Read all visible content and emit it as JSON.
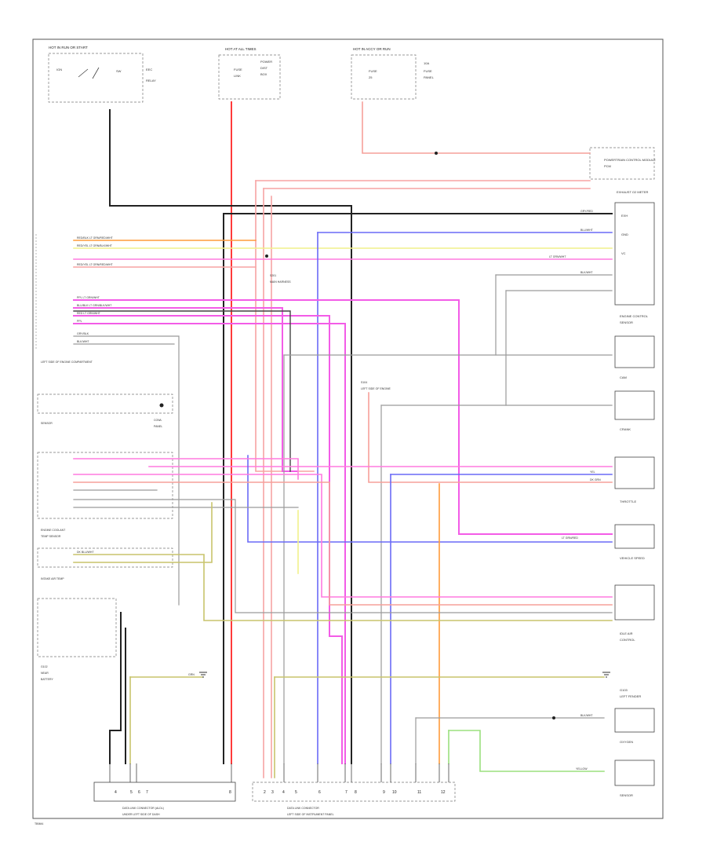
{
  "page_id": "TB9M4",
  "components": {
    "hot_run": {
      "title": "HOT IN RUN OR START",
      "labels": [
        "IGN",
        "SW",
        "EEC",
        "RELAY"
      ]
    },
    "hot_all": {
      "title": "HOT AT ALL TIMES",
      "labels": [
        "FUSE",
        "LINK",
        "POWER",
        "DIST",
        "BOX"
      ]
    },
    "hot_accy": {
      "title": "HOT IN ACCY OR RUN",
      "labels": [
        "FUSE",
        "25",
        "10A",
        "FUSE",
        "PANEL"
      ]
    },
    "pcm": {
      "title": "POWERTRAIN CONTROL MODULE",
      "labels": [
        "PCM"
      ]
    },
    "km_meter": {
      "title": "EXHAUST O2 METER",
      "labels": [
        "EXH",
        "GND",
        "VC"
      ]
    },
    "left_panel": {
      "title": "LEFT SIDE OF ENGINE COMPARTMENT",
      "labels": [
        "COWL",
        "PANEL"
      ]
    },
    "sensor_row": {
      "title": "SENSOR",
      "labels": [
        "ENGINE COOLANT",
        "TEMP SENSOR",
        "INTAKE AIR TEMP"
      ]
    },
    "right_modules": {
      "labels": [
        "ENGINE CONTROL",
        "SENSOR",
        "CAM",
        "CRANK",
        "THROTTLE",
        "VEHICLE SPEED",
        "IDLE AIR",
        "CONTROL",
        "OXYGEN",
        "SENSOR"
      ]
    },
    "data_link": {
      "title": "DATA LINK CONNECTOR (ALDL)",
      "subtitle": "UNDER LEFT SIDE OF DASH"
    },
    "data_link_2": {
      "title": "DATA LINK CONNECTOR",
      "subtitle": "LEFT SIDE OF INSTRUMENT PANEL"
    },
    "ground_1": {
      "title": "G102",
      "labels": [
        "NEAR",
        "BATTERY"
      ]
    },
    "ground_2": {
      "title": "G103",
      "labels": [
        "LEFT FENDER"
      ]
    },
    "splice_a": {
      "title": "S201",
      "labels": [
        "MAIN HARNESS"
      ]
    },
    "splice_b": {
      "title": "S104",
      "labels": [
        "LEFT SIDE OF ENGINE"
      ]
    }
  },
  "wire_labels": {
    "left_1": "RED/BLK  LT GRN/RED/WHT",
    "left_2": "RED/YEL  LT GRN/BLK/WHT",
    "left_3": "RED/YEL  LT GRN/RED/WHT",
    "left_4": "PPL  LT GRN/WHT",
    "left_5": "BLU/BLK  LT GRN/BLK/WHT",
    "left_6": "RED  LT GRN/WHT",
    "left_7": "PPL",
    "left_8": "GRY/BLK",
    "left_9": "BLK/WHT",
    "left_10": "DK BLU/WHT",
    "right_1": "GRY/RED",
    "right_2": "BLK/WHT",
    "right_3": "LT GRN/WHT",
    "right_4": "BLU/WHT",
    "right_5": "YEL",
    "right_6": "DK GRN",
    "right_7": "LT GRN/RED",
    "bottom_yel": "YELLOW",
    "bottom_blk": "BLK/WHT",
    "grn": "GRN"
  },
  "pins_left": [
    "4",
    "5",
    "6",
    "7",
    "8"
  ],
  "pins_right": [
    "2",
    "3",
    "4",
    "5",
    "6",
    "7",
    "8",
    "9",
    "10",
    "11",
    "12"
  ]
}
